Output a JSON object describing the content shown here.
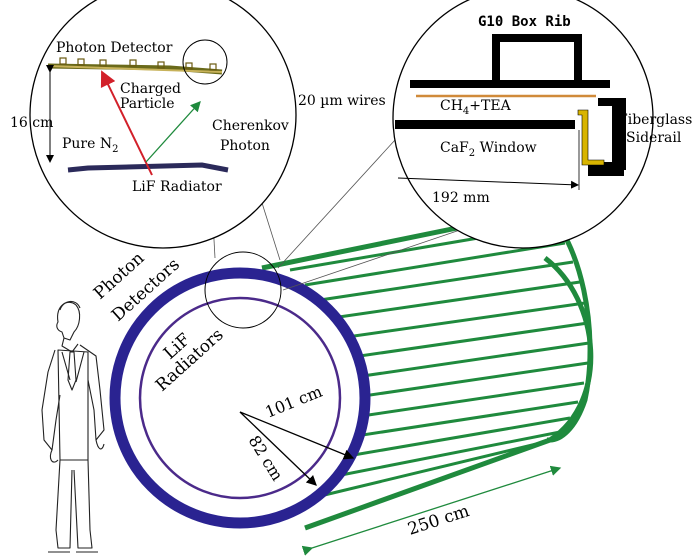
{
  "colors": {
    "cylinder_blue": "#2a2391",
    "inner_purple": "#4b2a8a",
    "green": "#1f8a3d",
    "red": "#d2202a",
    "orange": "#d08a3a",
    "yellow": "#d8b400",
    "black": "#000000"
  },
  "left_inset": {
    "photon_detector": "Photon Detector",
    "charged_particle_line1": "Charged",
    "charged_particle_line2": "Particle",
    "height": "16 cm",
    "pure_n2_main": "Pure N",
    "pure_n2_sub": "2",
    "cherenkov_line1": "Cherenkov",
    "cherenkov_line2": "Photon",
    "lif_radiator": "LiF Radiator"
  },
  "right_inset": {
    "g10_box_rib": "G10 Box Rib",
    "wires": "20 µm wires",
    "ch4_a": "CH",
    "ch4_sub": "4",
    "ch4_b": "+TEA",
    "caf2_a": "CaF",
    "caf2_sub": "2",
    "caf2_b": " Window",
    "fiberglass": "Fiberglass",
    "siderail": "Siderail",
    "width": "192 mm"
  },
  "main": {
    "photon_detectors_line1": "Photon",
    "photon_detectors_line2": "Detectors",
    "lif_line1": "LiF",
    "lif_line2": "Radiators",
    "outer_radius": "101 cm",
    "inner_radius": "82 cm",
    "length": "250 cm"
  }
}
